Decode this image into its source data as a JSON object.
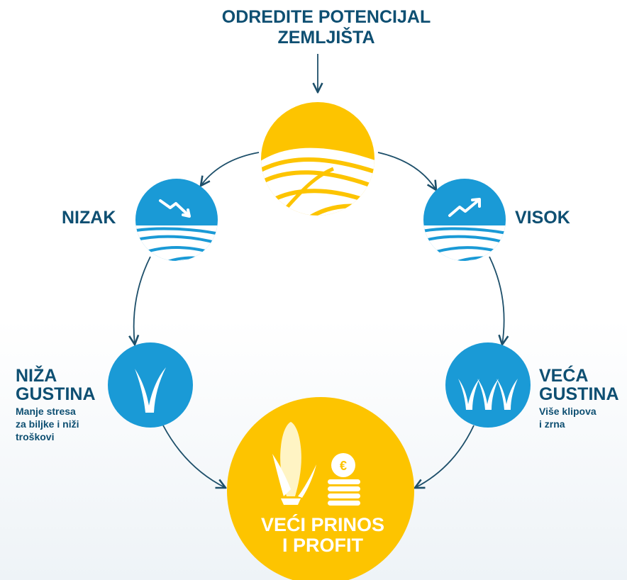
{
  "title": {
    "line1": "ODREDITE POTENCIJAL",
    "line2": "ZEMLJIŠTA"
  },
  "nodes": {
    "low": {
      "label": "NIZAK",
      "icon": "low-potential-field-icon"
    },
    "high": {
      "label": "VISOK",
      "icon": "high-potential-field-icon"
    },
    "lower_density": {
      "title_line1": "NIŽA",
      "title_line2": "GUSTINA",
      "desc_line1": "Manje stresa",
      "desc_line2": "za biljke i niži",
      "desc_line3": "troškovi",
      "icon": "single-plant-icon"
    },
    "higher_density": {
      "title_line1": "VEĆA",
      "title_line2": "GUSTINA",
      "desc_line1": "Više klipova",
      "desc_line2": "i zrna",
      "icon": "multiple-plants-icon"
    },
    "result": {
      "line1": "VEĆI PRINOS",
      "line2": "I PROFIT",
      "icon": "corn-and-coins-icon",
      "coin_symbol": "€"
    }
  },
  "colors": {
    "dark_blue": "#0e4f72",
    "light_blue": "#1a9ad6",
    "yellow": "#fdc400",
    "arrow": "#1d4f6a"
  }
}
